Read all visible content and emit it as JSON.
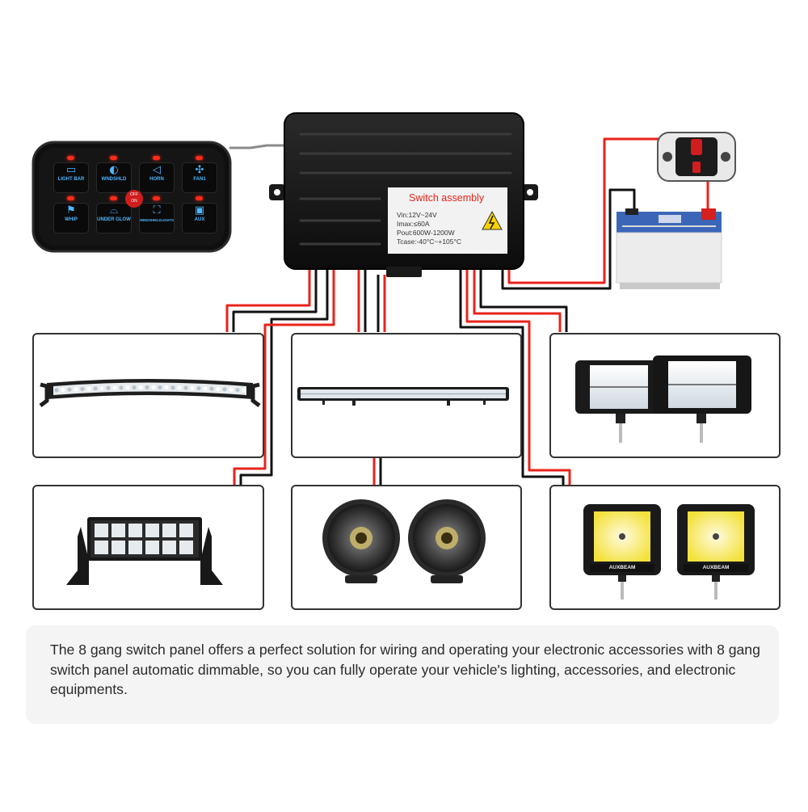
{
  "switch_panel": {
    "buttons": [
      {
        "label": "LIGHT BAR",
        "icon": "light-bar-icon"
      },
      {
        "label": "WNDSHLD",
        "icon": "headlight-icon"
      },
      {
        "label": "HORN",
        "icon": "horn-icon"
      },
      {
        "label": "FAN1",
        "icon": "fan-icon"
      },
      {
        "label": "WHIP",
        "icon": "flag-icon"
      },
      {
        "label": "UNDER GLOW",
        "icon": "under-glow-icon"
      },
      {
        "label": "WINDSHIELDLIGHTS",
        "icon": "windshield-lights-icon"
      },
      {
        "label": "AUX",
        "icon": "battery-icon"
      }
    ],
    "center_knob": {
      "on": "ON",
      "off": "OFF"
    },
    "colors": {
      "panel": "#111111",
      "indicator": "#ff2a1a",
      "glow": "#4fb6ff"
    }
  },
  "switch_assembly": {
    "title": "Switch assembly",
    "specs": [
      "Vin:12V~24V",
      "Imax:≤60A",
      "Pout:600W-1200W",
      "Tcase:-40°C~+105°C"
    ],
    "warning_icon": "high-voltage-warning-icon"
  },
  "circuit_breaker": {
    "icon": "circuit-breaker-icon"
  },
  "battery": {
    "icon": "battery-icon"
  },
  "brand": "AUXBEAM",
  "caption": "The 8 gang switch panel offers a perfect solution for wiring and operating your electronic accessories with 8 gang switch panel automatic dimmable, so you can fully operate your vehicle's lighting, accessories, and electronic equipments.",
  "wire_colors": {
    "positive": "#e8231b",
    "negative": "#111111"
  }
}
